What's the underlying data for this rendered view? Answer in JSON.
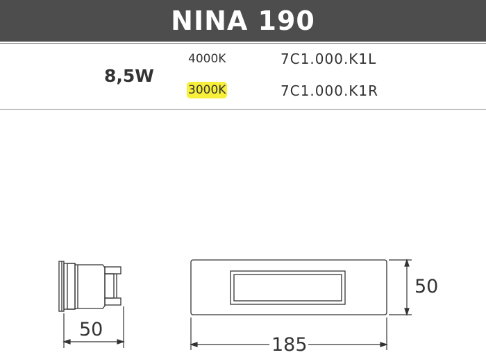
{
  "title": "NINA 190",
  "power": "8,5W",
  "variants": [
    {
      "temperature": "4000K",
      "code": "7C1.000.K1L",
      "highlighted": false
    },
    {
      "temperature": "3000K",
      "code": "7C1.000.K1R",
      "highlighted": true
    }
  ],
  "dimensions": {
    "side_depth": "50",
    "front_width": "185",
    "front_height": "50"
  },
  "colors": {
    "title_bar": "#4d4d4d",
    "highlight": "#f7ef3a"
  }
}
